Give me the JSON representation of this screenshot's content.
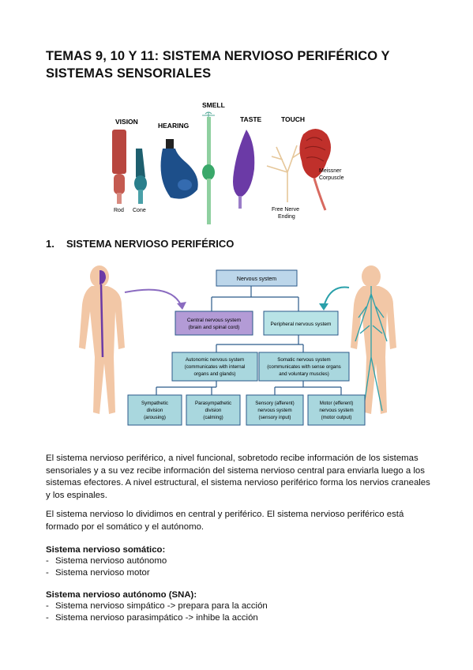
{
  "title": "TEMAS 9, 10 Y 11: SISTEMA NERVIOSO PERIFÉRICO Y SISTEMAS SENSORIALES",
  "senses_figure": {
    "labels": {
      "vision": "VISION",
      "hearing": "HEARING",
      "smell": "SMELL",
      "taste": "TASTE",
      "touch": "TOUCH",
      "rod": "Rod",
      "cone": "Cone",
      "free_nerve_1": "Free Nerve",
      "free_nerve_2": "Ending",
      "meissner_1": "Meissner",
      "meissner_2": "Corpuscle"
    }
  },
  "section1": {
    "number": "1.",
    "heading": "SISTEMA NERVIOSO PERIFÉRICO"
  },
  "nervous_diagram": {
    "colors": {
      "top": "#bcd6ea",
      "cns": "#b39bd6",
      "pns": "#b8e3e6",
      "auto": "#a9d7de",
      "leaf": "#a9d7de",
      "line": "#2b5a8a",
      "arrow_purple": "#8a6bc0",
      "arrow_teal": "#2aa0aa"
    },
    "nervous": "Nervous system",
    "cns_1": "Central nervous system",
    "cns_2": "(brain and spinal cord)",
    "pns": "Peripheral nervous system",
    "auto_1": "Autonomic nervous system",
    "auto_2": "(communicates with internal",
    "auto_3": "organs and glands)",
    "soma_1": "Somatic nervous system",
    "soma_2": "(communicates with sense organs",
    "soma_3": "and voluntary muscles)",
    "symp_1": "Sympathetic",
    "symp_2": "division",
    "symp_3": "(arousing)",
    "para_1": "Parasympathetic",
    "para_2": "division",
    "para_3": "(calming)",
    "sens_1": "Sensory (afferent)",
    "sens_2": "nervous system",
    "sens_3": "(sensory input)",
    "motor_1": "Motor (efferent)",
    "motor_2": "nervous system",
    "motor_3": "(motor output)"
  },
  "paragraph1": "El sistema nervioso periférico, a nivel funcional, sobretodo recibe información de los sistemas sensoriales y a su vez recibe información del sistema nervioso central para enviarla luego a los sistemas efectores. A nivel estructural, el sistema nervioso periférico forma los nervios craneales y los espinales.",
  "paragraph2": "El sistema nervioso lo dividimos en central y periférico. El sistema nervioso periférico está formado por el somático y el autónomo.",
  "somatic": {
    "heading": "Sistema nervioso somático:",
    "items": [
      "Sistema nervioso autónomo",
      "Sistema nervioso motor"
    ]
  },
  "autonomic": {
    "heading": "Sistema nervioso autónomo (SNA):",
    "items": [
      "Sistema nervioso simpático -> prepara para la acción",
      "Sistema nervioso parasimpático -> inhibe la acción"
    ]
  },
  "dash_symbol": "-"
}
